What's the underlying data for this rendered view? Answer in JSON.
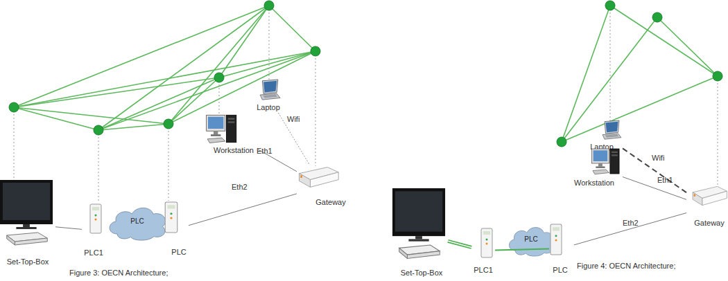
{
  "diagram": {
    "nodes": [
      {
        "text": [
          "Laptop"
        ]
      },
      {
        "text": [
          "Workstation"
        ]
      },
      {
        "text": [
          "Gateway"
        ]
      },
      {
        "text": [
          "PLC"
        ]
      },
      {
        "text": [
          "PLC1"
        ]
      },
      {
        "text": [
          "PLC"
        ]
      },
      {
        "text": [
          "Set-Top-Box"
        ]
      },
      {
        "text": [
          "Laptop"
        ]
      },
      {
        "text": [
          "Workstation"
        ]
      },
      {
        "text": [
          "Gateway"
        ]
      },
      {
        "text": [
          "PLC"
        ]
      },
      {
        "text": [
          "PLC1"
        ]
      },
      {
        "text": [
          "PLC"
        ]
      },
      {
        "text": [
          "Set-Top-Box"
        ]
      }
    ],
    "edges": [
      {
        "from": 0,
        "to": 2,
        "label": "Wifi",
        "arrow": "none"
      },
      {
        "from": 1,
        "to": 2,
        "label": "Eth1",
        "arrow": "none"
      },
      {
        "from": 5,
        "to": 2,
        "label": "Eth2",
        "arrow": "none"
      },
      {
        "from": 6,
        "to": 4,
        "arrow": "none"
      },
      {
        "from": 7,
        "to": 9,
        "label": "Wifi",
        "arrow": "none"
      },
      {
        "from": 8,
        "to": 9,
        "label": "Eth1",
        "arrow": "none"
      },
      {
        "from": 12,
        "to": 9,
        "label": "Eth2",
        "arrow": "none"
      },
      {
        "from": 13,
        "to": 11,
        "arrow": "none"
      },
      {
        "from": 11,
        "to": 12,
        "arrow": "none"
      }
    ],
    "labels": [
      "Figure 3: OECN Architecture;",
      "Figure 4: OECN Architecture;"
    ]
  }
}
